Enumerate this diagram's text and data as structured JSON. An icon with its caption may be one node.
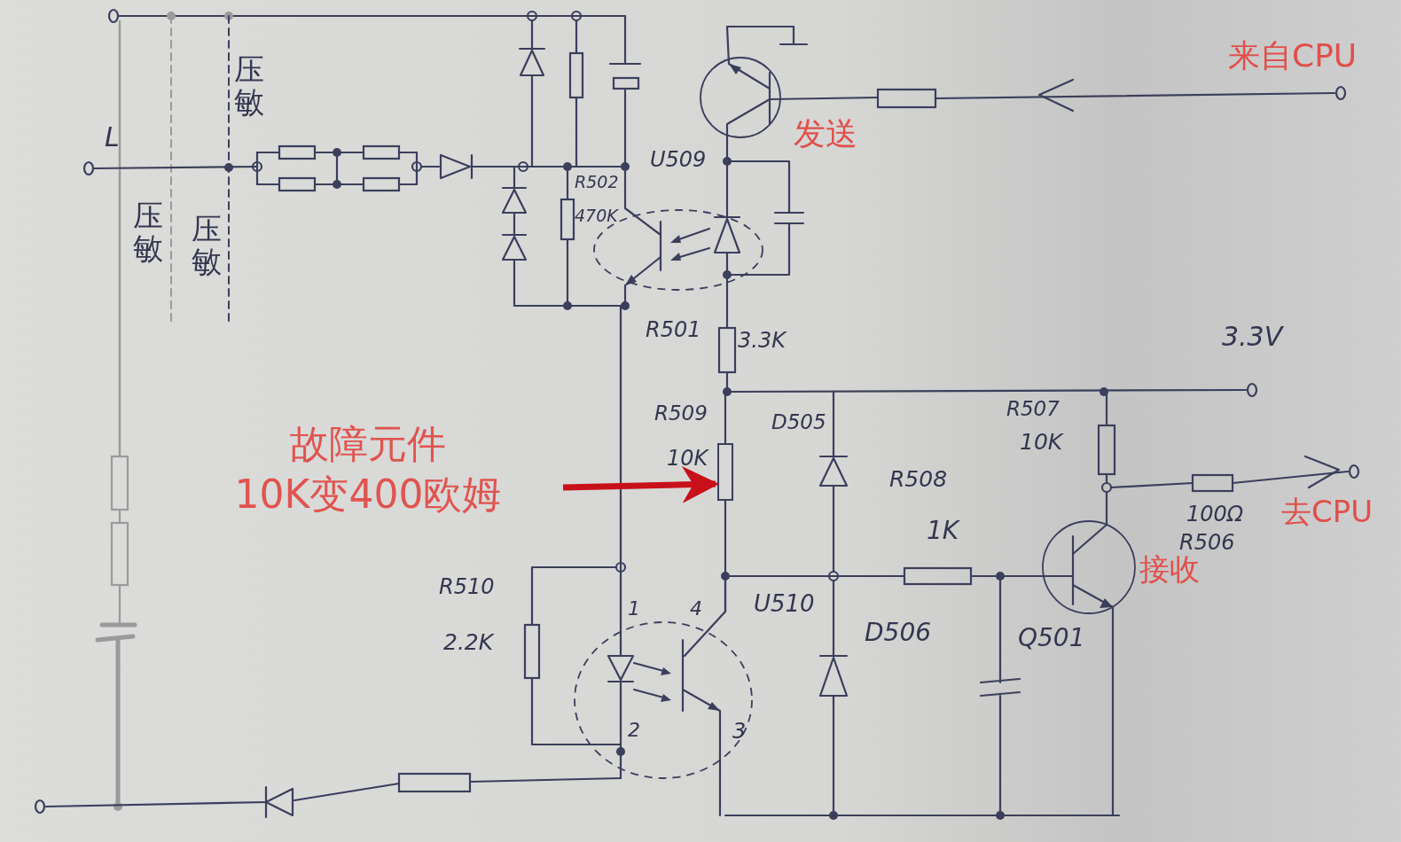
{
  "diagram": {
    "nodes": [
      {
        "text": [
          "故障元件10K变400欧姆"
        ]
      },
      {
        "text": [],
        "shape": "box"
      }
    ],
    "edges": [
      {
        "from": 0,
        "to": 1,
        "arrow": "to",
        "color": "#c8101a"
      }
    ],
    "labels": [
      "压敏",
      "L",
      "来自CPU",
      "发送",
      "U509",
      "R502",
      "470K",
      "压敏",
      "压敏",
      "R501",
      "3.3K",
      "3.3V",
      "R509",
      "D505",
      "R507",
      "10K",
      "10K",
      "R508",
      "去CPU",
      "1K",
      "100Ω",
      "R506",
      "接收",
      "R510",
      "1",
      "4",
      "U510",
      "2.2K",
      "D506",
      "Q501",
      "2",
      "3"
    ]
  }
}
